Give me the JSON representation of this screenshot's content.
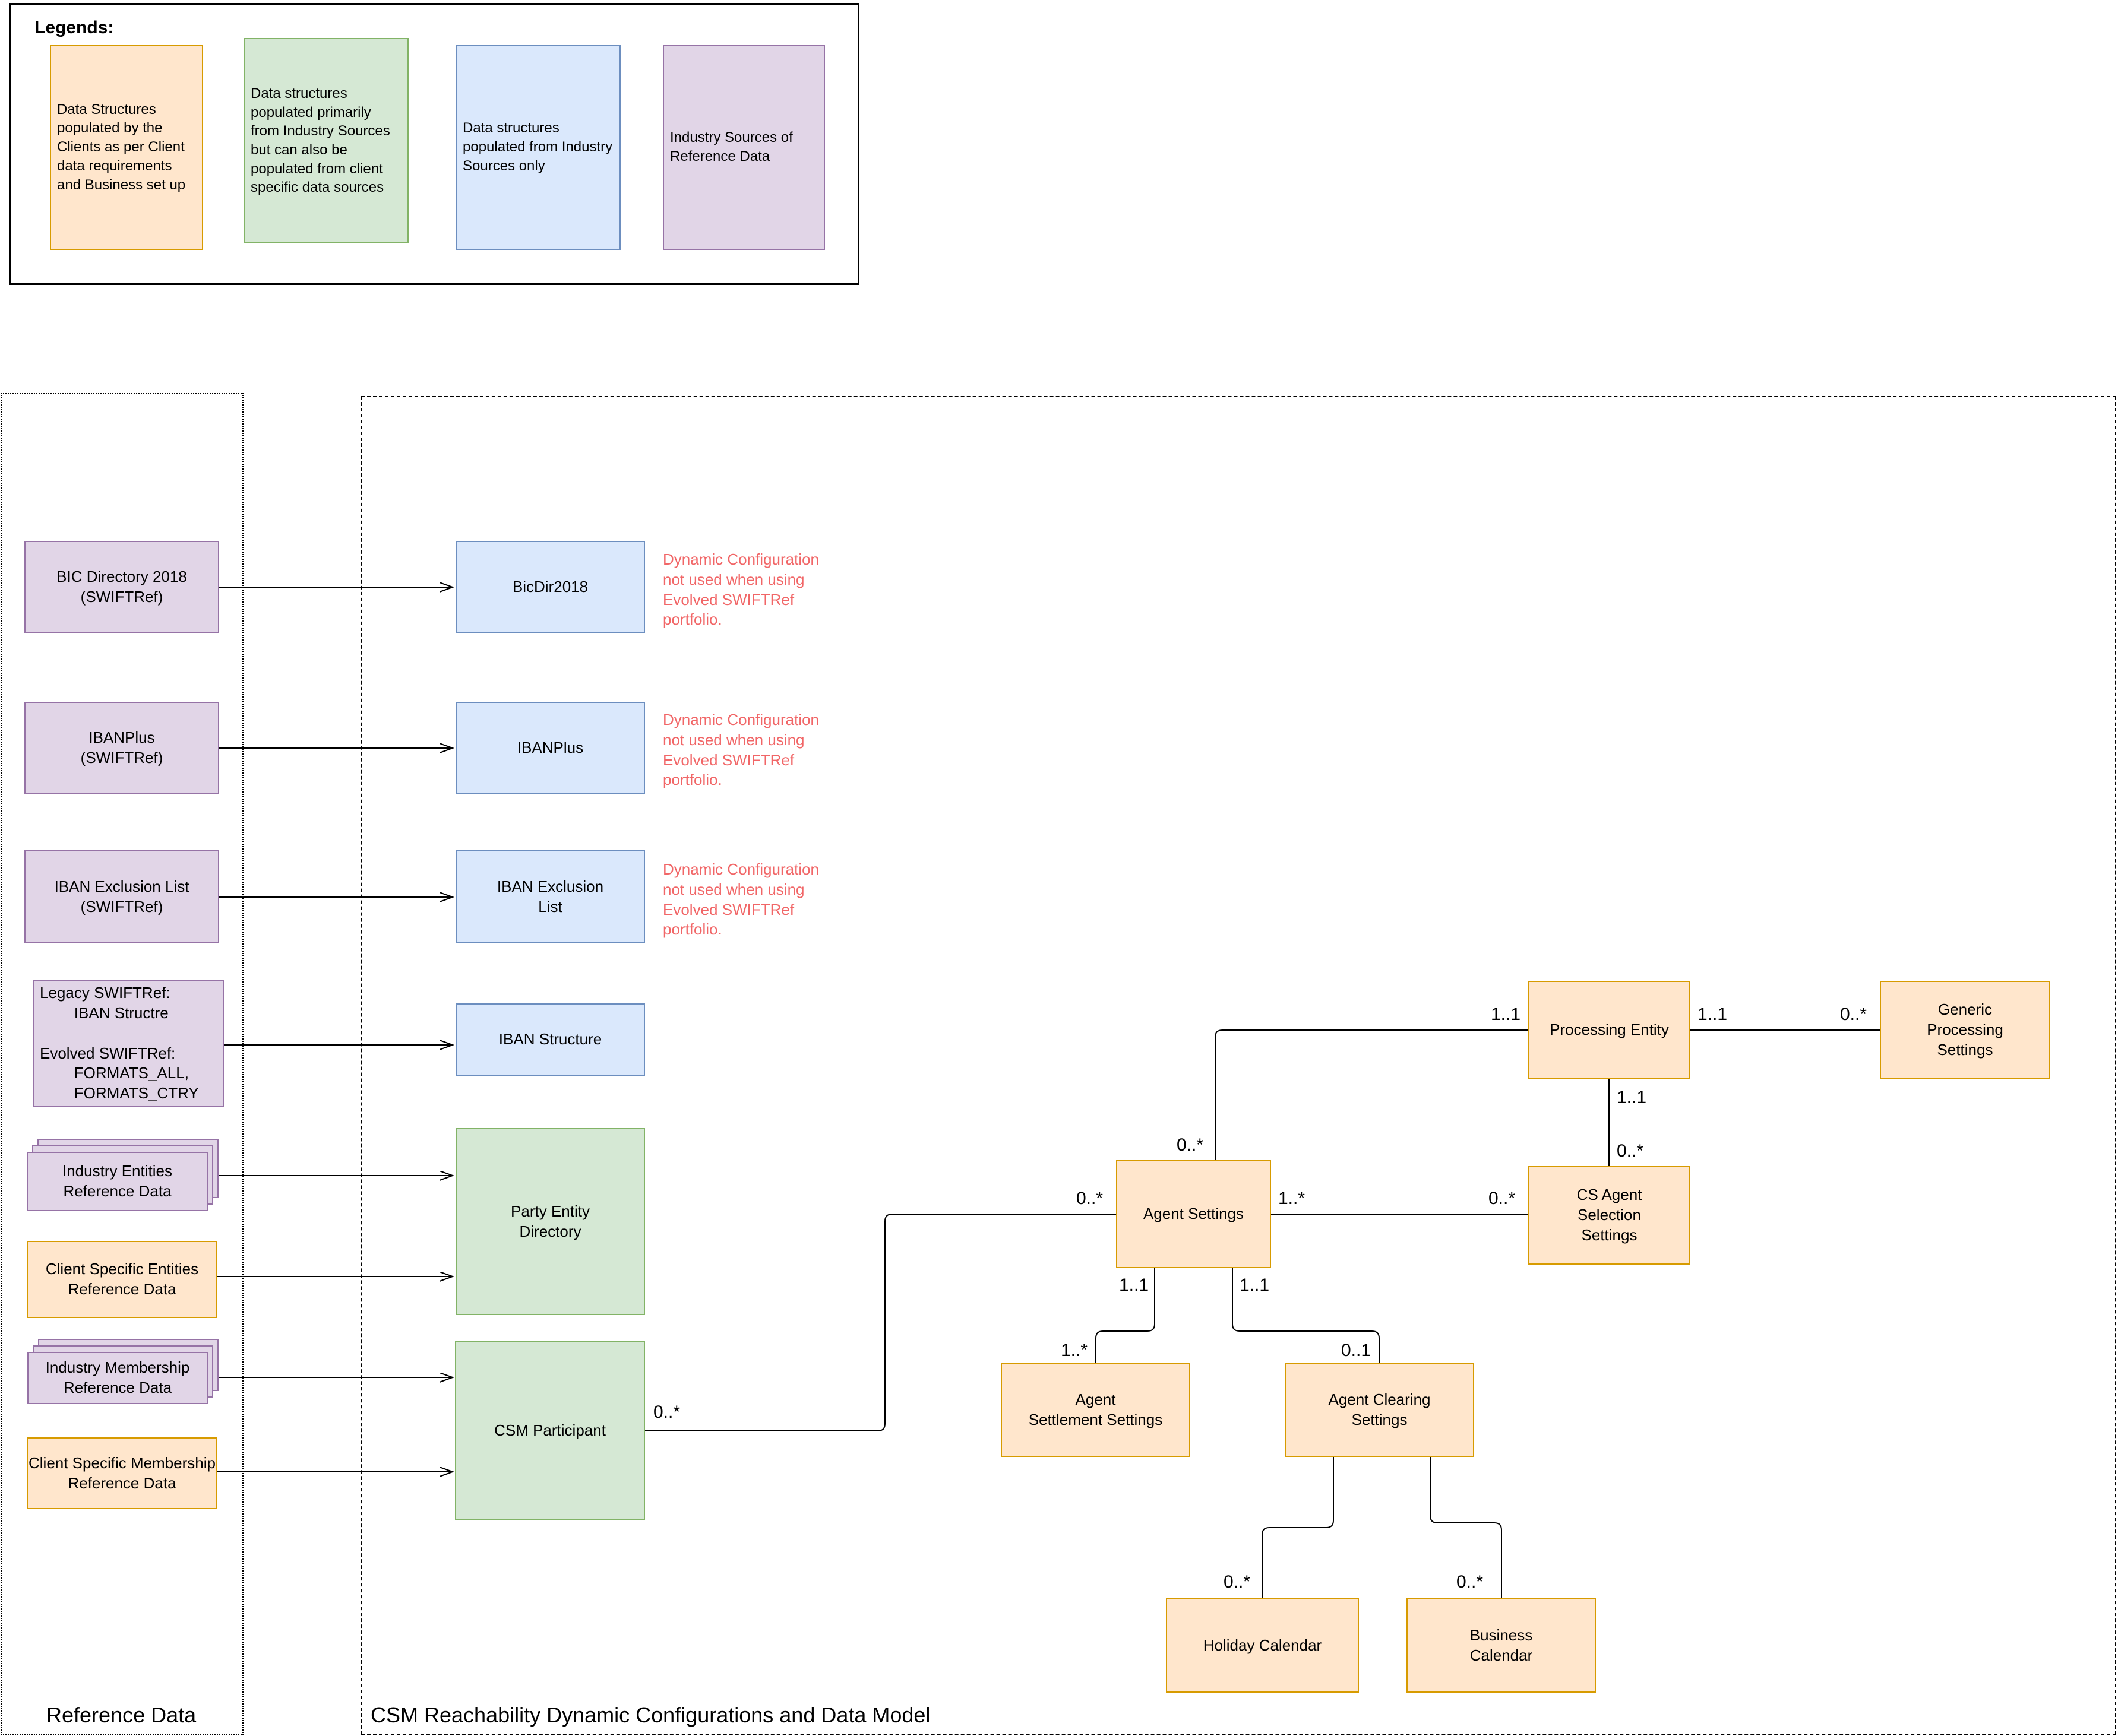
{
  "legend": {
    "title": "Legends:",
    "items": [
      {
        "text": "Data Structures\npopulated by the\nClients as per Client\ndata requirements\nand Business set up",
        "fill": "#FFE6CC",
        "border": "#D79B00"
      },
      {
        "text": "Data structures\npopulated primarily\nfrom Industry Sources\nbut can also be\npopulated from client\nspecific data sources",
        "fill": "#D5E8D4",
        "border": "#82B366"
      },
      {
        "text": "Data structures\npopulated from Industry\nSources only",
        "fill": "#DAE8FC",
        "border": "#6C8EBF"
      },
      {
        "text": "Industry Sources of\nReference Data",
        "fill": "#E1D5E7",
        "border": "#9673A6"
      }
    ]
  },
  "sections": {
    "reference_label": "Reference Data",
    "main_label": "CSM Reachability Dynamic Configurations and Data Model"
  },
  "sources": {
    "bic_directory": "BIC Directory 2018\n(SWIFTRef)",
    "ibanplus": "IBANPlus\n(SWIFTRef)",
    "iban_exclusion": "IBAN Exclusion List\n(SWIFTRef)",
    "legacy_swiftref": "Legacy SWIFTRef:\n        IBAN Structre\n\nEvolved SWIFTRef:\n        FORMATS_ALL,\n        FORMATS_CTRY",
    "industry_entities": "Industry Entities\nReference Data",
    "client_entities": "Client Specific Entities\nReference Data",
    "industry_membership": "Industry Membership\nReference Data",
    "client_membership": "Client Specific Membership\nReference Data"
  },
  "model": {
    "bicdir2018": "BicDir2018",
    "ibanplus": "IBANPlus",
    "iban_exclusion": "IBAN Exclusion\nList",
    "iban_structure": "IBAN Structure",
    "party_entity_directory": "Party Entity\nDirectory",
    "csm_participant": "CSM Participant",
    "processing_entity": "Processing Entity",
    "generic_processing_settings": "Generic\nProcessing\nSettings",
    "agent_settings": "Agent Settings",
    "cs_agent_selection_settings": "CS Agent\nSelection\nSettings",
    "agent_settlement_settings": "Agent\nSettlement Settings",
    "agent_clearing_settings": "Agent Clearing\nSettings",
    "holiday_calendar": "Holiday Calendar",
    "business_calendar": "Business\nCalendar"
  },
  "notes": [
    "Dynamic Configuration\nnot used when using\nEvolved SWIFTRef\nportfolio.",
    "Dynamic Configuration\nnot used when using\nEvolved SWIFTRef\nportfolio.",
    "Dynamic Configuration\nnot used when using\nEvolved SWIFTRef\nportfolio."
  ],
  "mult": {
    "as_pe_pe": "1..1",
    "as_pe_as": "0..*",
    "pe_gps_pe": "1..1",
    "pe_gps_gps": "0..*",
    "pe_csa_pe": "1..1",
    "pe_csa_csa": "0..*",
    "as_csa_as": "1..*",
    "as_csa_csa": "0..*",
    "csm_as_csm": "0..*",
    "csm_as_as": "0..*",
    "as_set_as": "1..1",
    "as_set_set": "1..*",
    "as_clr_as": "1..1",
    "as_clr_clr": "0..1",
    "clr_hol": "0..*",
    "clr_bus": "0..*"
  },
  "colors": {
    "client_fill": "#FFE6CC",
    "client_border": "#D79B00",
    "industry_primary_fill": "#D5E8D4",
    "industry_primary_border": "#82B366",
    "industry_only_fill": "#DAE8FC",
    "industry_only_border": "#6C8EBF",
    "industry_source_fill": "#E1D5E7",
    "industry_source_border": "#9673A6",
    "note_red": "#F16667"
  }
}
